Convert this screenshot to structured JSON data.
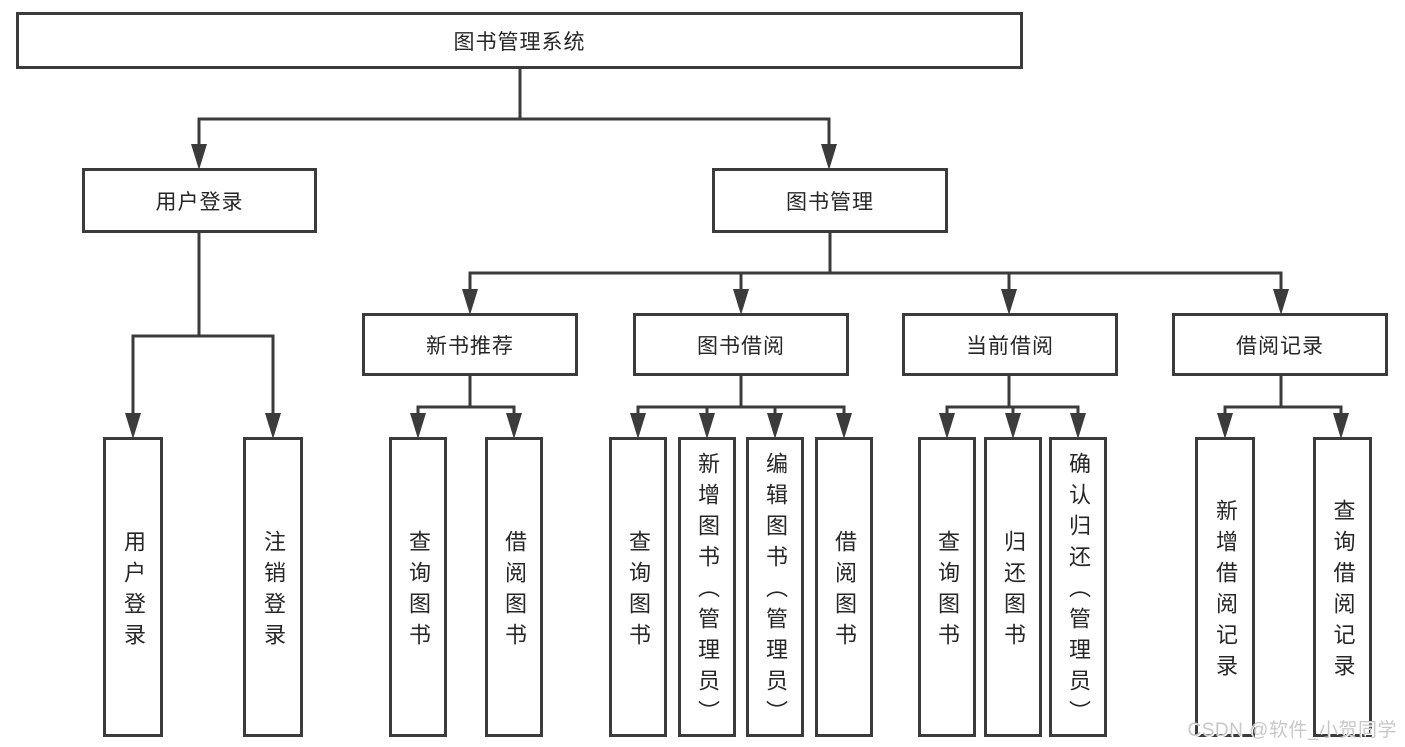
{
  "diagram": {
    "type": "hierarchy-tree",
    "colors": {
      "line": "#3b3b3b",
      "box_border": "#3b3b3b",
      "box_fill": "#ffffff",
      "text": "#262626",
      "background": "#ffffff",
      "watermark": "#c8c8c8"
    },
    "nodes": {
      "root": {
        "label": "图书管理系统"
      },
      "userLogin": {
        "label": "用户登录"
      },
      "bookMgmt": {
        "label": "图书管理"
      },
      "newBookRec": {
        "label": "新书推荐"
      },
      "bookBorrow": {
        "label": "图书借阅"
      },
      "currentBorrow": {
        "label": "当前借阅"
      },
      "borrowRecord": {
        "label": "借阅记录"
      },
      "ulLogin": {
        "label": "用户登录"
      },
      "ulLogout": {
        "label": "注销登录"
      },
      "nbQuery": {
        "label": "查询图书"
      },
      "nbBorrow": {
        "label": "借阅图书"
      },
      "bbQuery": {
        "label": "查询图书"
      },
      "bbAdd": {
        "label": "新增图书（管理员）"
      },
      "bbEdit": {
        "label": "编辑图书（管理员）"
      },
      "bbBorrowLeaf": {
        "label": "借阅图书"
      },
      "cbQuery": {
        "label": "查询图书"
      },
      "cbReturn": {
        "label": "归还图书"
      },
      "cbConfirm": {
        "label": "确认归还（管理员）"
      },
      "brAdd": {
        "label": "新增借阅记录"
      },
      "brQuery": {
        "label": "查询借阅记录"
      }
    },
    "hierarchy": {
      "图书管理系统": {
        "用户登录": [
          "用户登录",
          "注销登录"
        ],
        "图书管理": {
          "新书推荐": [
            "查询图书",
            "借阅图书"
          ],
          "图书借阅": [
            "查询图书",
            "新增图书（管理员）",
            "编辑图书（管理员）",
            "借阅图书"
          ],
          "当前借阅": [
            "查询图书",
            "归还图书",
            "确认归还（管理员）"
          ],
          "借阅记录": [
            "新增借阅记录",
            "查询借阅记录"
          ]
        }
      }
    }
  },
  "watermark": {
    "text": "CSDN @软件_小贺同学"
  }
}
